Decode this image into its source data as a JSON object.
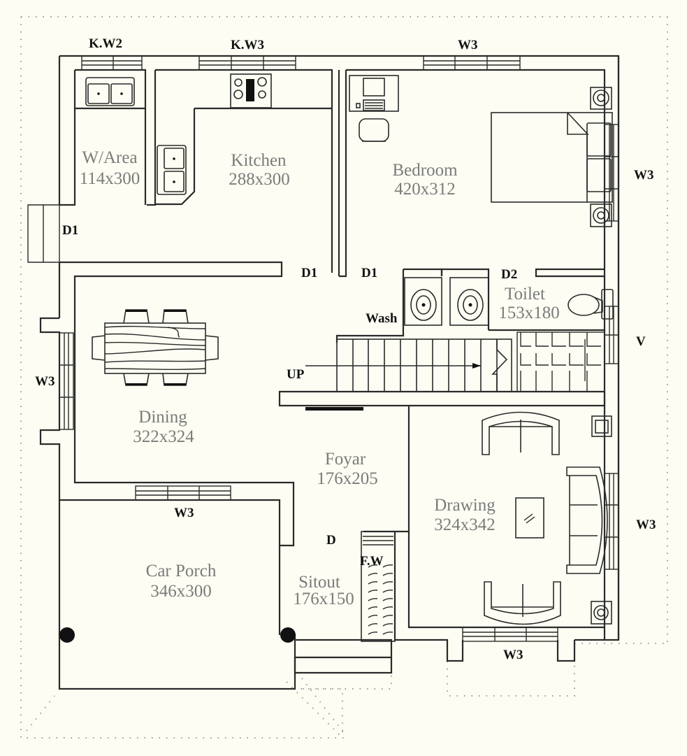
{
  "plan": {
    "type": "residential ground floor plan",
    "colors": {
      "background": "#fdfdf3",
      "wall": "#2a2a2a",
      "room_label": "#7b7b7b",
      "tag_label": "#111111"
    },
    "rooms": [
      {
        "id": "work_area",
        "name": "W/Area",
        "size": "114x300"
      },
      {
        "id": "kitchen",
        "name": "Kitchen",
        "size": "288x300"
      },
      {
        "id": "bedroom",
        "name": "Bedroom",
        "size": "420x312"
      },
      {
        "id": "toilet",
        "name": "Toilet",
        "size": "153x180"
      },
      {
        "id": "dining",
        "name": "Dining",
        "size": "322x324"
      },
      {
        "id": "foyar",
        "name": "Foyar",
        "size": "176x205"
      },
      {
        "id": "drawing",
        "name": "Drawing",
        "size": "324x342"
      },
      {
        "id": "car_porch",
        "name": "Car Porch",
        "size": "346x300"
      },
      {
        "id": "sitout",
        "name": "Sitout",
        "size": "176x150"
      }
    ],
    "openings": {
      "kw2_top": "K.W2",
      "kw3_top": "K.W3",
      "w3_bedroom_top": "W3",
      "w3_bedroom_right": "W3",
      "d1_workarea": "D1",
      "d1_kitchen": "D1",
      "d1_bedroom": "D1",
      "d2_toilet": "D2",
      "v_toilet": "V",
      "w3_dining_left": "W3",
      "w3_dining_bottom": "W3",
      "w3_drawing_right": "W3",
      "w3_drawing_bottom": "W3",
      "d_main": "D",
      "fw": "F.W"
    },
    "annotations": {
      "wash": "Wash",
      "stair_up": "UP"
    }
  }
}
